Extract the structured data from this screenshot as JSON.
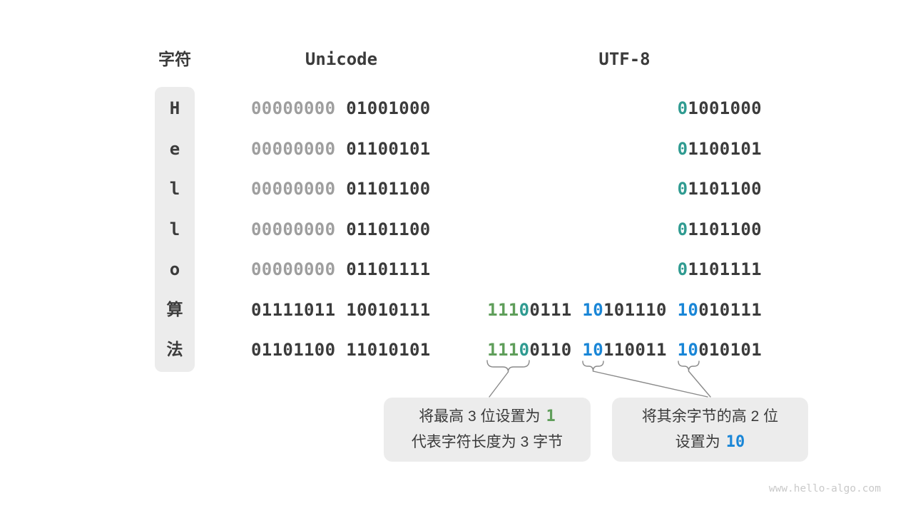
{
  "columns": {
    "char_label": "字符",
    "unicode_label": "Unicode",
    "utf8_label": "UTF-8"
  },
  "rows": [
    {
      "char": "H",
      "u1": "00000000",
      "u2": "01001000",
      "f_first": "0",
      "f_rest": "1001000"
    },
    {
      "char": "e",
      "u1": "00000000",
      "u2": "01100101",
      "f_first": "0",
      "f_rest": "1100101"
    },
    {
      "char": "l",
      "u1": "00000000",
      "u2": "01101100",
      "f_first": "0",
      "f_rest": "1101100"
    },
    {
      "char": "l",
      "u1": "00000000",
      "u2": "01101100",
      "f_first": "0",
      "f_rest": "1101100"
    },
    {
      "char": "o",
      "u1": "00000000",
      "u2": "01101111",
      "f_first": "0",
      "f_rest": "1101111"
    },
    {
      "char": "算",
      "u1": "01111011",
      "u2": "10010111",
      "m": {
        "ones": "111",
        "zero": "0",
        "b1rest": "0111",
        "p2": "10",
        "b2rest": "101110",
        "p3": "10",
        "b3rest": "010111"
      }
    },
    {
      "char": "法",
      "u1": "01101100",
      "u2": "11010101",
      "m": {
        "ones": "111",
        "zero": "0",
        "b1rest": "0110",
        "p2": "10",
        "b2rest": "110011",
        "p3": "10",
        "b3rest": "010101"
      }
    }
  ],
  "callout_left": {
    "line1_text": "将最高 3 位设置为",
    "line1_num": "1",
    "line2": "代表字符长度为 3 字节"
  },
  "callout_right": {
    "line1": "将其余字节的高 2 位",
    "line2_text": "设置为",
    "line2_num": "10"
  },
  "watermark": "www.hello-algo.com",
  "colors": {
    "green": "#5f9e5a",
    "teal": "#2f9b91",
    "blue": "#1986d7",
    "dark": "#3b3b3b",
    "gray": "#9e9e9e",
    "panel": "#ececec",
    "stroke": "#8a8a8a",
    "wm": "#c9c9c9"
  }
}
